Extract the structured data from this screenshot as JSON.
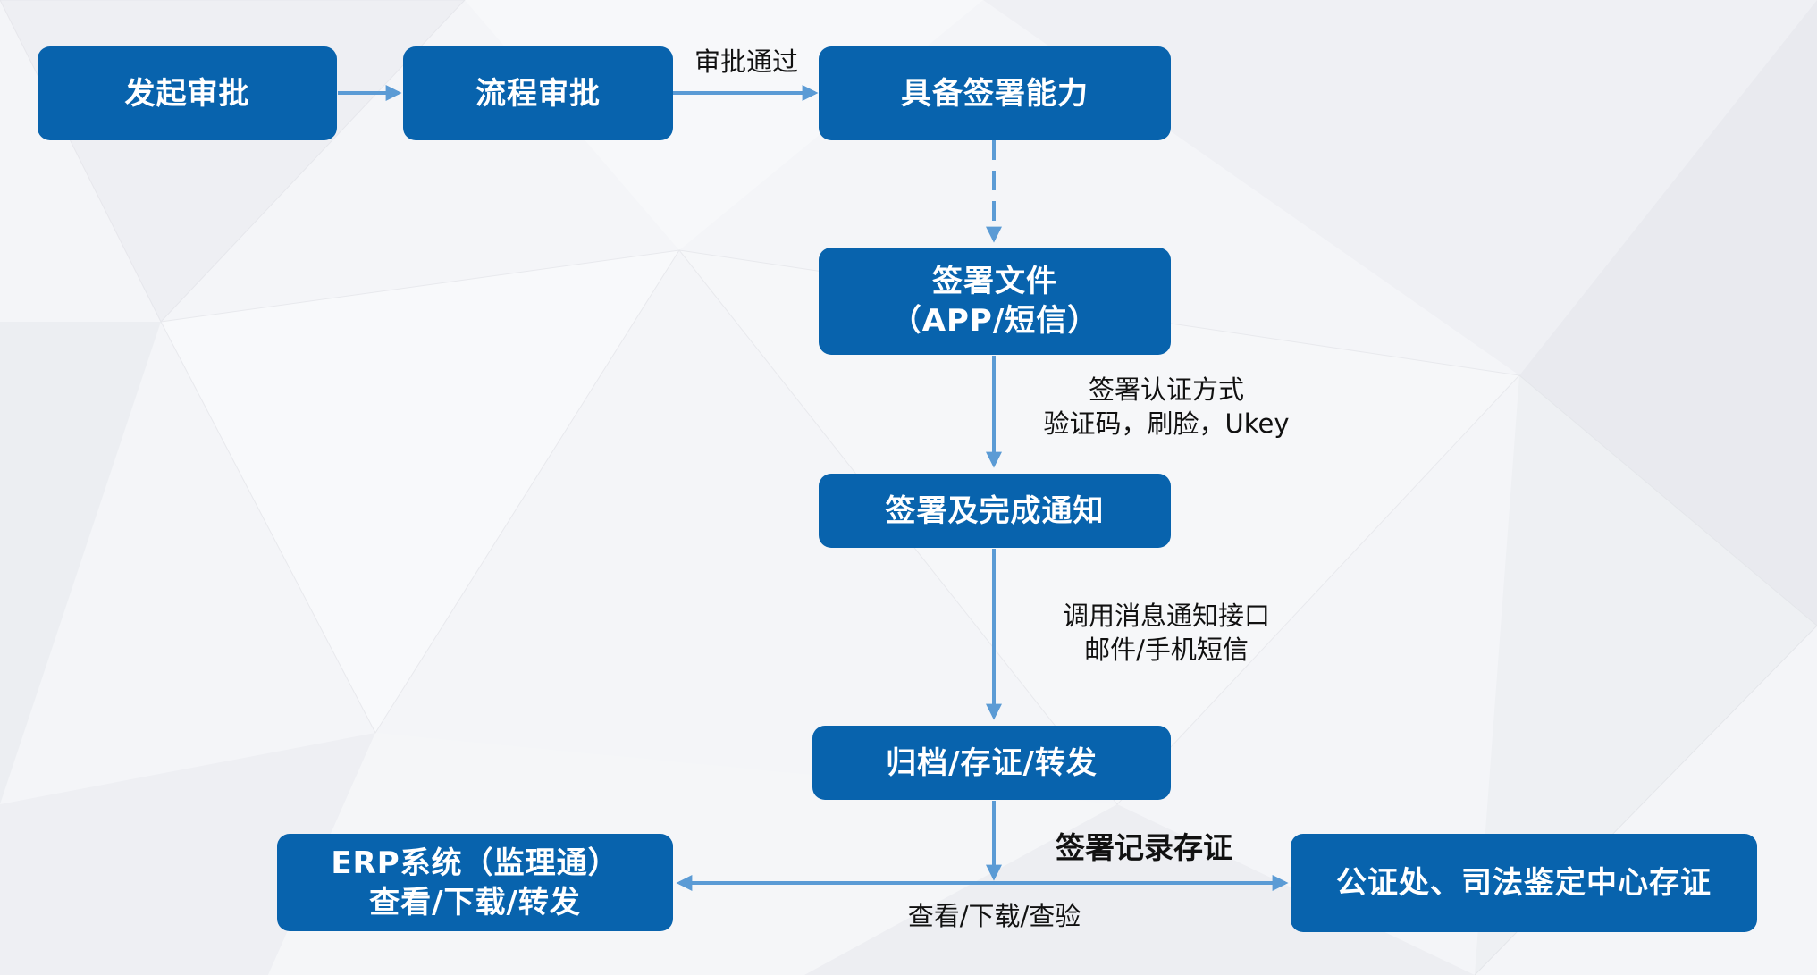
{
  "colors": {
    "box_fill": "#0863ad",
    "box_text": "#ffffff",
    "arrow": "#5b9bd5",
    "note_text": "#111111"
  },
  "nodes": {
    "start_approval": {
      "label": "发起审批"
    },
    "flow_approval": {
      "label": "流程审批"
    },
    "signing_capability": {
      "label": "具备签署能力"
    },
    "sign_document": {
      "line1": "签署文件",
      "line2": "（APP/短信）"
    },
    "sign_notify": {
      "label": "签署及完成通知"
    },
    "archive": {
      "label": "归档/存证/转发"
    },
    "erp_system": {
      "line1": "ERP系统（监理通）",
      "line2": "查看/下载/转发"
    },
    "notary": {
      "label": "公证处、司法鉴定中心存证"
    }
  },
  "edge_labels": {
    "approved": "审批通过",
    "auth_methods": {
      "line1": "签署认证方式",
      "line2": "验证码，刷脸，Ukey"
    },
    "notify_api": {
      "line1": "调用消息通知接口",
      "line2": "邮件/手机短信"
    },
    "record_evidence": "签署记录存证",
    "view_download_verify": "查看/下载/查验"
  }
}
